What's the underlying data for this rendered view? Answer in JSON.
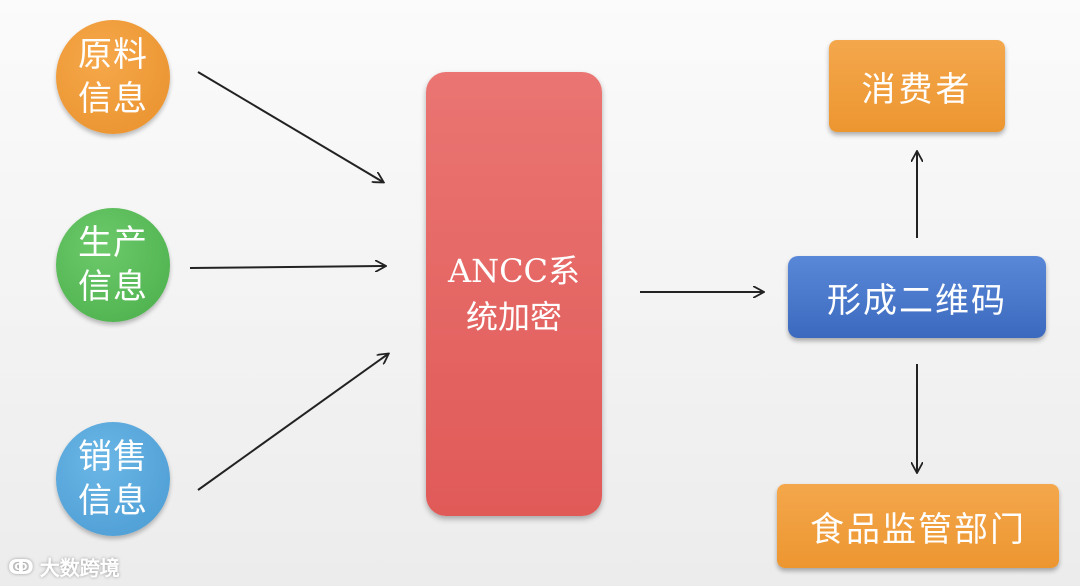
{
  "nodes": {
    "raw_info": "原料信息",
    "production_info": "生产信息",
    "sales_info": "销售信息",
    "ancc": "ANCC系统加密",
    "qr_code": "形成二维码",
    "consumer": "消费者",
    "regulator": "食品监管部门"
  },
  "colors": {
    "orange": "#ee9838",
    "green": "#5bbf5b",
    "blue": "#58a8dc",
    "red": "#e36563",
    "qr_blue": "#4a78c8"
  },
  "watermark": {
    "icon": "logo-icon",
    "text": "大数跨境"
  }
}
